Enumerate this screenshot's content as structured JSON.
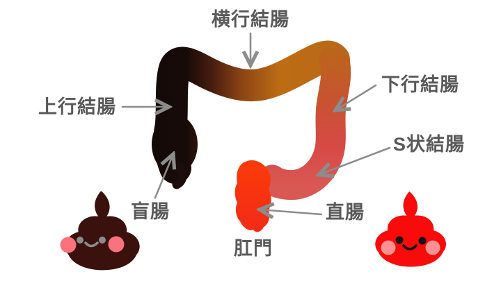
{
  "diagram": {
    "background": "#ffffff",
    "text_color": "#595959",
    "arrow_color": "#8c8c8c",
    "labels": {
      "transverse_colon": "横行結腸",
      "ascending_colon": "上行結腸",
      "descending_colon": "下行結腸",
      "sigmoid_colon": "S状結腸",
      "cecum": "盲腸",
      "rectum": "直腸",
      "anus": "肛門"
    },
    "colon": {
      "gradient": {
        "ascending_dark": "#130a07",
        "ascending_dark2": "#170b08",
        "flexure_maroon": "#491d10",
        "transverse_brown": "#8a4314",
        "transverse_orange": "#bd6c14",
        "splenic_orange": "#b96818",
        "descending_orange_red": "#c65430",
        "sigmoid_red": "#d74945",
        "sigmoid_red_end": "#d95853",
        "rectum_top": "#fa3c08",
        "rectum_bottom": "#f32a18",
        "cecum_dark_tail": "#1b0d09"
      }
    },
    "characters": [
      {
        "name": "dark-poop-character",
        "body": "#3a110c",
        "blush": "#f8737c",
        "face": "#8c8c8c"
      },
      {
        "name": "red-poop-character",
        "body": "#f80b0b",
        "blush": "#fb9191",
        "face": "#141414"
      }
    ]
  }
}
